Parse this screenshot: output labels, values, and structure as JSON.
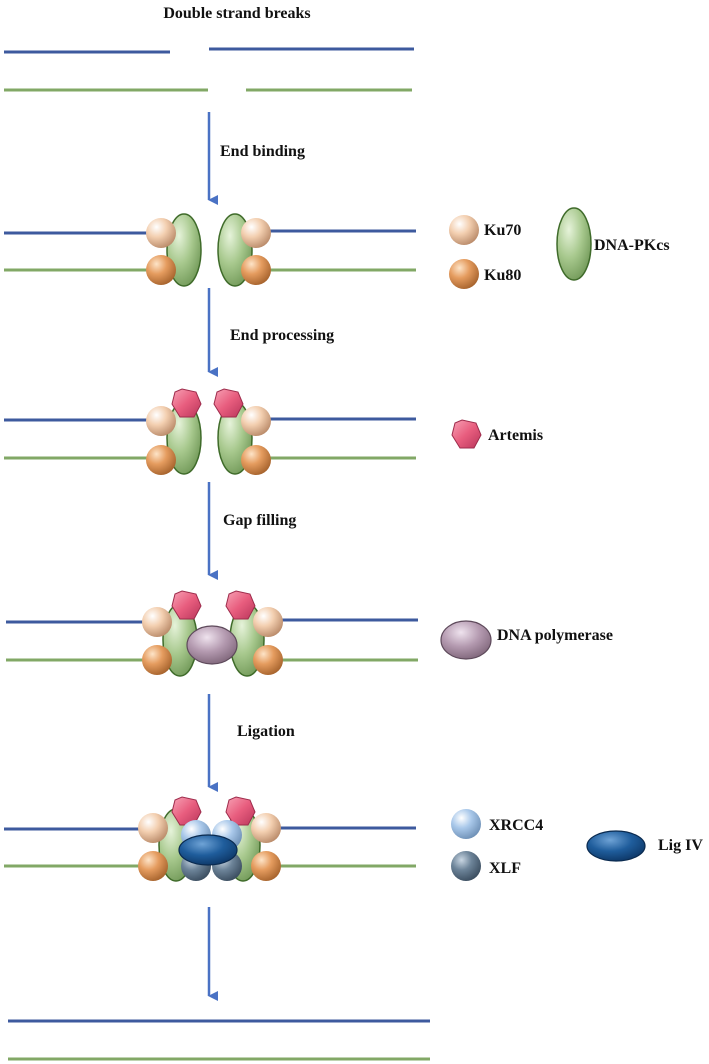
{
  "colors": {
    "strand_top": "#3d5a9e",
    "strand_bottom": "#82a866",
    "arrow": "#4a72c4",
    "ku70": "#f3cfb0",
    "ku80": "#e59c5f",
    "dnapkcs": "#a7c88d",
    "artemis": "#e85d7e",
    "polymerase": "#b49ab0",
    "xrcc4": "#a9c8ea",
    "xlf": "#6d8499",
    "ligiv": "#1f5d9c"
  },
  "stages": {
    "title": "Double strand breaks",
    "step1": "End binding",
    "step2": "End processing",
    "step3": "Gap filling",
    "step4": "Ligation"
  },
  "legend": {
    "ku70": "Ku70",
    "ku80": "Ku80",
    "dnapkcs": "DNA-PKcs",
    "artemis": "Artemis",
    "polymerase": "DNA polymerase",
    "xrcc4": "XRCC4",
    "xlf": "XLF",
    "ligiv": "Lig IV"
  }
}
